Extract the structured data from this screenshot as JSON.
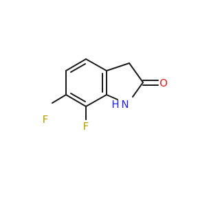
{
  "molecule": {
    "atoms": {
      "f_upper": {
        "label": "F",
        "color": "#b8a000"
      },
      "f_lower": {
        "label": "F",
        "color": "#b8a000"
      },
      "n": {
        "label": "N",
        "color": "#1f1fe0"
      },
      "h": {
        "label": "H",
        "color": "#1f1fe0"
      },
      "o": {
        "label": "O",
        "color": "#e02020"
      }
    },
    "bond_color": "#1a1a1a"
  }
}
